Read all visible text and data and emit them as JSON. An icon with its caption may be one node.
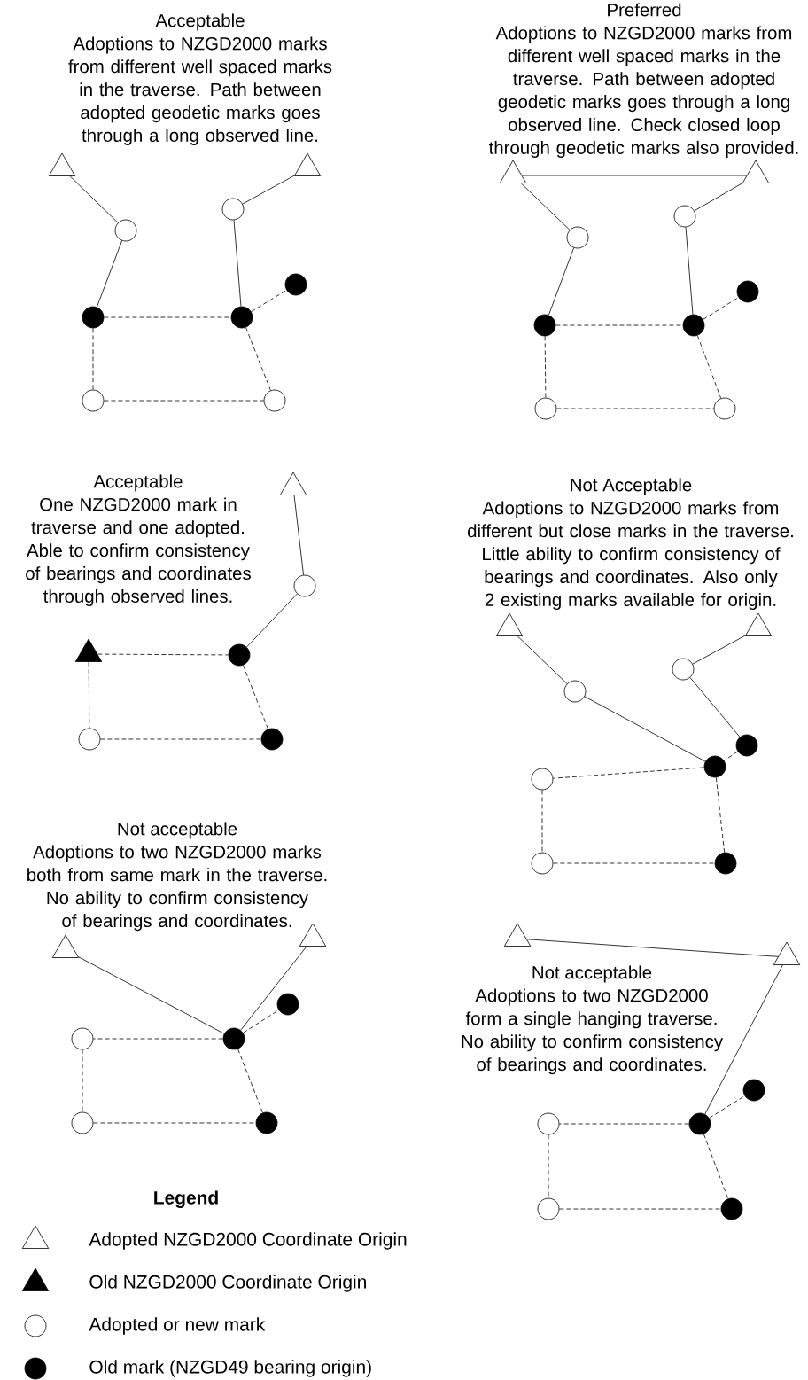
{
  "diagram": {
    "nodes": [
      {
        "text": [],
        "shape": "triangle"
      },
      {
        "text": [],
        "shape": "triangle"
      },
      {
        "text": [],
        "shape": "circle"
      },
      {
        "text": [],
        "shape": "circle"
      },
      {
        "text": [],
        "shape": "dot"
      },
      {
        "text": [],
        "shape": "dot"
      },
      {
        "text": [],
        "shape": "dot"
      },
      {
        "text": [],
        "shape": "circle"
      },
      {
        "text": [],
        "shape": "circle"
      },
      {
        "text": [],
        "shape": "triangle"
      },
      {
        "text": [],
        "shape": "triangle"
      },
      {
        "text": [],
        "shape": "circle"
      },
      {
        "text": [],
        "shape": "circle"
      },
      {
        "text": [],
        "shape": "dot"
      },
      {
        "text": [],
        "shape": "dot"
      },
      {
        "text": [],
        "shape": "dot"
      },
      {
        "text": [],
        "shape": "circle"
      },
      {
        "text": [],
        "shape": "circle"
      },
      {
        "text": [],
        "shape": "triangle"
      },
      {
        "text": [],
        "shape": "circle"
      },
      {
        "text": [],
        "shape": "filled-triangle"
      },
      {
        "text": [],
        "shape": "dot"
      },
      {
        "text": [],
        "shape": "circle"
      },
      {
        "text": [],
        "shape": "dot"
      },
      {
        "text": [],
        "shape": "triangle"
      },
      {
        "text": [],
        "shape": "triangle"
      },
      {
        "text": [],
        "shape": "circle"
      },
      {
        "text": [],
        "shape": "circle"
      },
      {
        "text": [],
        "shape": "dot"
      },
      {
        "text": [],
        "shape": "dot"
      },
      {
        "text": [],
        "shape": "circle"
      },
      {
        "text": [],
        "shape": "circle"
      },
      {
        "text": [],
        "shape": "dot"
      },
      {
        "text": [],
        "shape": "triangle"
      },
      {
        "text": [],
        "shape": "triangle"
      },
      {
        "text": [],
        "shape": "dot"
      },
      {
        "text": [],
        "shape": "dot"
      },
      {
        "text": [],
        "shape": "circle"
      },
      {
        "text": [],
        "shape": "circle"
      },
      {
        "text": [],
        "shape": "dot"
      },
      {
        "text": [],
        "shape": "triangle"
      },
      {
        "text": [],
        "shape": "triangle"
      },
      {
        "text": [],
        "shape": "dot"
      },
      {
        "text": [],
        "shape": "circle"
      },
      {
        "text": [],
        "shape": "dot"
      },
      {
        "text": [],
        "shape": "circle"
      },
      {
        "text": [],
        "shape": "dot"
      }
    ],
    "edges": [
      {
        "from": 0,
        "to": 2,
        "arrow": "none"
      },
      {
        "from": 2,
        "to": 4,
        "arrow": "none"
      },
      {
        "from": 1,
        "to": 3,
        "arrow": "none"
      },
      {
        "from": 3,
        "to": 5,
        "arrow": "none"
      },
      {
        "from": 4,
        "to": 5,
        "arrow": "none",
        "style": "dashed"
      },
      {
        "from": 5,
        "to": 6,
        "arrow": "none",
        "style": "dashed"
      },
      {
        "from": 4,
        "to": 7,
        "arrow": "none",
        "style": "dashed"
      },
      {
        "from": 5,
        "to": 8,
        "arrow": "none",
        "style": "dashed"
      },
      {
        "from": 7,
        "to": 8,
        "arrow": "none",
        "style": "dashed"
      },
      {
        "from": 9,
        "to": 10,
        "arrow": "none"
      },
      {
        "from": 9,
        "to": 11,
        "arrow": "none"
      },
      {
        "from": 11,
        "to": 13,
        "arrow": "none"
      },
      {
        "from": 10,
        "to": 12,
        "arrow": "none"
      },
      {
        "from": 12,
        "to": 14,
        "arrow": "none"
      },
      {
        "from": 13,
        "to": 14,
        "arrow": "none",
        "style": "dashed"
      },
      {
        "from": 14,
        "to": 15,
        "arrow": "none",
        "style": "dashed"
      },
      {
        "from": 13,
        "to": 16,
        "arrow": "none",
        "style": "dashed"
      },
      {
        "from": 14,
        "to": 17,
        "arrow": "none",
        "style": "dashed"
      },
      {
        "from": 16,
        "to": 17,
        "arrow": "none",
        "style": "dashed"
      },
      {
        "from": 18,
        "to": 19,
        "arrow": "none"
      },
      {
        "from": 19,
        "to": 21,
        "arrow": "none"
      },
      {
        "from": 20,
        "to": 21,
        "arrow": "none",
        "style": "dashed"
      },
      {
        "from": 20,
        "to": 22,
        "arrow": "none",
        "style": "dashed"
      },
      {
        "from": 22,
        "to": 23,
        "arrow": "none",
        "style": "dashed"
      },
      {
        "from": 21,
        "to": 23,
        "arrow": "none",
        "style": "dashed"
      },
      {
        "from": 24,
        "to": 26,
        "arrow": "none"
      },
      {
        "from": 26,
        "to": 29,
        "arrow": "none"
      },
      {
        "from": 25,
        "to": 27,
        "arrow": "none"
      },
      {
        "from": 27,
        "to": 28,
        "arrow": "none"
      },
      {
        "from": 28,
        "to": 29,
        "arrow": "none",
        "style": "dashed"
      },
      {
        "from": 29,
        "to": 30,
        "arrow": "none",
        "style": "dashed"
      },
      {
        "from": 29,
        "to": 32,
        "arrow": "none",
        "style": "dashed"
      },
      {
        "from": 30,
        "to": 31,
        "arrow": "none",
        "style": "dashed"
      },
      {
        "from": 31,
        "to": 32,
        "arrow": "none",
        "style": "dashed"
      },
      {
        "from": 33,
        "to": 36,
        "arrow": "none"
      },
      {
        "from": 34,
        "to": 36,
        "arrow": "none"
      },
      {
        "from": 36,
        "to": 35,
        "arrow": "none",
        "style": "dashed"
      },
      {
        "from": 36,
        "to": 37,
        "arrow": "none",
        "style": "dashed"
      },
      {
        "from": 36,
        "to": 39,
        "arrow": "none",
        "style": "dashed"
      },
      {
        "from": 37,
        "to": 38,
        "arrow": "none",
        "style": "dashed"
      },
      {
        "from": 38,
        "to": 39,
        "arrow": "none",
        "style": "dashed"
      },
      {
        "from": 40,
        "to": 41,
        "arrow": "none"
      },
      {
        "from": 41,
        "to": 44,
        "arrow": "none"
      },
      {
        "from": 44,
        "to": 42,
        "arrow": "none",
        "style": "dashed"
      },
      {
        "from": 44,
        "to": 43,
        "arrow": "none",
        "style": "dashed"
      },
      {
        "from": 44,
        "to": 46,
        "arrow": "none",
        "style": "dashed"
      },
      {
        "from": 43,
        "to": 45,
        "arrow": "none",
        "style": "dashed"
      },
      {
        "from": 45,
        "to": 46,
        "arrow": "none",
        "style": "dashed"
      }
    ],
    "labels": [
      "Acceptable",
      "Adoptions to NZGD2000 marks from different well spaced marks in the traverse.  Path between adopted geodetic marks goes through a long observed line.",
      "Preferred",
      "Adoptions to NZGD2000 marks from different well spaced marks in the traverse.  Path between adopted geodetic marks goes through a long observed line. Check closed loop through geodetic marks also provided.",
      "Acceptable",
      "One NZGD2000 mark in traverse and one adopted. Able to confirm consistency of bearings and coordinates through observed lines.",
      "Not Acceptable",
      "Adoptions to NZGD2000 marks from different but close marks in the traverse. Little ability to confirm consistency of bearings and coordinates.  Also only 2 existing marks available for origin.",
      "Not acceptable",
      "Adoptions to two NZGD2000 marks both from same mark in the traverse.  No ability to confirm consistency of bearings and coordinates.",
      "Not acceptable",
      "Adoptions to two NZGD2000 form a single hanging traverse. No ability to confirm consistency of bearings and coordinates.",
      "Legend"
    ],
    "legend": [
      {
        "text": "Adopted NZGD2000 Coordinate Origin"
      },
      {
        "text": "Old NZGD2000 Coordinate Origin"
      },
      {
        "text": "Adopted or new mark"
      },
      {
        "text": "Old mark (NZGD49 bearing origin)"
      }
    ]
  }
}
